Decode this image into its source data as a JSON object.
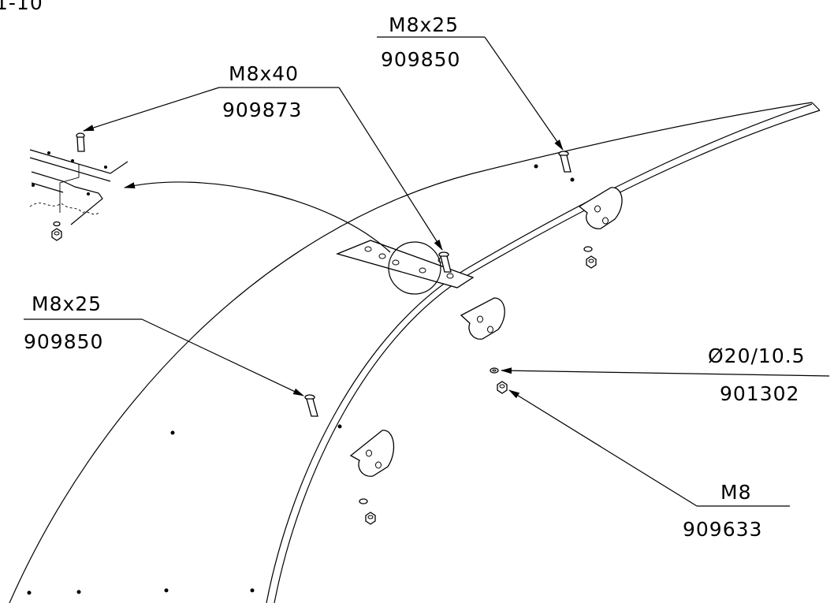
{
  "corner_label": "1-10",
  "callouts": {
    "top_bolt": {
      "size": "M8x25",
      "part": "909850"
    },
    "mid_bolt": {
      "size": "M8x40",
      "part": "909873"
    },
    "left_bolt": {
      "size": "M8x25",
      "part": "909850"
    },
    "washer": {
      "size": "Ø20/10.5",
      "part": "901302"
    },
    "nut": {
      "size": "M8",
      "part": "909633"
    }
  }
}
